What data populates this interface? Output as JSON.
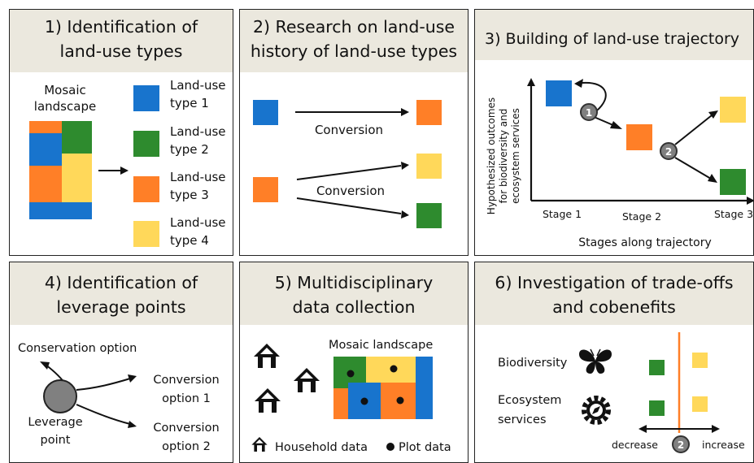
{
  "colors": {
    "blue": "#1874cd",
    "green": "#2e8b2e",
    "orange": "#ff7f27",
    "yellow": "#ffd85a",
    "grey": "#808080",
    "header_bg": "#ebe8de",
    "divider": "#ff7f27"
  },
  "panel1": {
    "title_line1": "1) Identification of",
    "title_line2": "land-use types",
    "mosaic_label_line1": "Mosaic",
    "mosaic_label_line2": "landscape",
    "types": [
      {
        "line1": "Land-use",
        "line2": "type 1"
      },
      {
        "line1": "Land-use",
        "line2": "type 2"
      },
      {
        "line1": "Land-use",
        "line2": "type 3"
      },
      {
        "line1": "Land-use",
        "line2": "type 4"
      }
    ]
  },
  "panel2": {
    "title_line1": "2) Research on land-use",
    "title_line2": "history of land-use types",
    "conversion_label_1": "Conversion",
    "conversion_label_2": "Conversion"
  },
  "panel3": {
    "title": "3) Building of land-use trajectory",
    "y_axis_line1": "Hypothesized outcomes",
    "y_axis_line2": "for biodiversity and",
    "y_axis_line3": "ecosystem services",
    "stage_1": "Stage 1",
    "stage_2": "Stage 2",
    "stage_3": "Stage 3",
    "x_axis_label": "Stages along trajectory",
    "marker_1": "1",
    "marker_2": "2"
  },
  "panel4": {
    "title_line1": "4) Identification of",
    "title_line2": "leverage points",
    "conservation_option": "Conservation option",
    "conversion_1_line1": "Conversion",
    "conversion_1_line2": "option 1",
    "conversion_2_line1": "Conversion",
    "conversion_2_line2": "option 2",
    "leverage_line1": "Leverage",
    "leverage_line2": "point"
  },
  "panel5": {
    "title_line1": "5) Multidisciplinary",
    "title_line2": "data collection",
    "mosaic_label": "Mosaic landscape",
    "household_legend": "Household data",
    "plot_legend": "Plot data"
  },
  "panel6": {
    "title_line1": "6) Investigation of trade-offs",
    "title_line2": "and cobenefits",
    "biodiversity": "Biodiversity",
    "ecosystem_line1": "Ecosystem",
    "ecosystem_line2": "services",
    "decrease": "decrease",
    "increase": "increase",
    "marker": "2"
  }
}
